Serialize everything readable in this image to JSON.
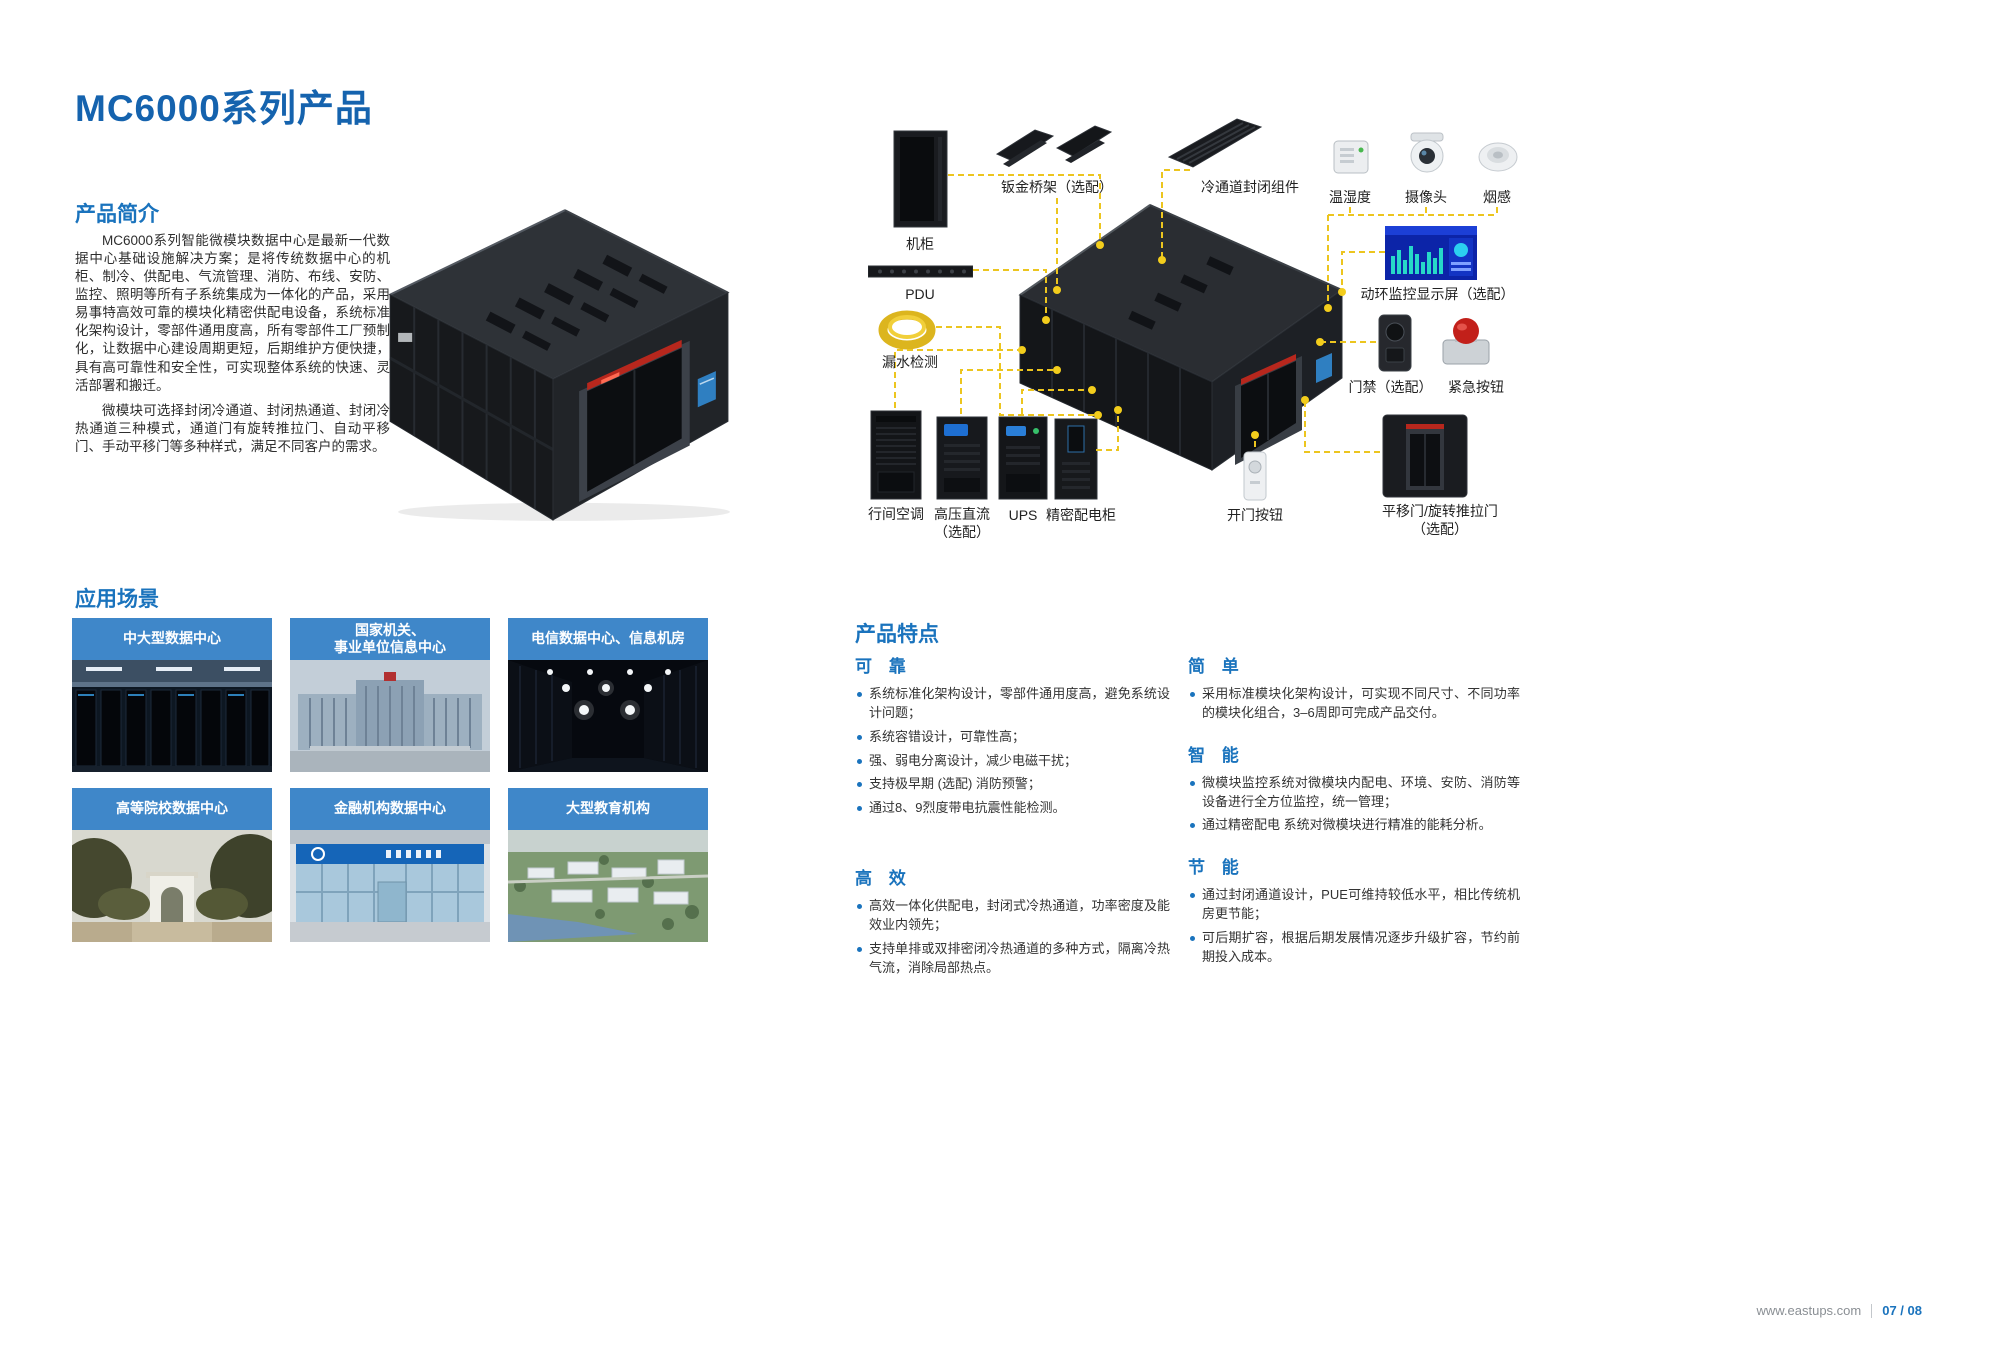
{
  "page": {
    "title": "MC6000系列产品",
    "footer": {
      "website": "www.eastups.com",
      "page_number": "07 / 08"
    }
  },
  "intro": {
    "heading": "产品简介",
    "paragraph1": "MC6000系列智能微模块数据中心是最新一代数据中心基础设施解决方案；是将传统数据中心的机柜、制冷、供配电、气流管理、消防、布线、安防、监控、照明等所有子系统集成为一体化的产品，采用易事特高效可靠的模块化精密供配电设备，系统标准化架构设计，零部件通用度高，所有零部件工厂预制化，让数据中心建设周期更短，后期维护方便快捷，具有高可靠性和安全性，可实现整体系统的快速、灵活部署和搬迁。",
    "paragraph2": "微模块可选择封闭冷通道、封闭热通道、封闭冷热通道三种模式，通道门有旋转推拉门、自动平移门、手动平移门等多种样式，满足不同客户的需求。"
  },
  "scenarios": {
    "heading": "应用场景",
    "cards": [
      {
        "label": "中大型数据中心"
      },
      {
        "label": "国家机关、\n事业单位信息中心"
      },
      {
        "label": "电信数据中心、信息机房"
      },
      {
        "label": "高等院校数据中心"
      },
      {
        "label": "金融机构数据中心"
      },
      {
        "label": "大型教育机构"
      }
    ]
  },
  "diagram": {
    "labels": {
      "cabinet": "机柜",
      "pdu": "PDU",
      "leak": "漏水检测",
      "bridge": "钣金桥架（选配）",
      "cold_aisle": "冷通道封闭组件",
      "temp_humidity": "温湿度",
      "camera": "摄像头",
      "smoke": "烟感",
      "monitor": "动环监控显示屏（选配）",
      "access": "门禁（选配）",
      "emergency": "紧急按钮",
      "inrow_ac": "行间空调",
      "hvdc": "高压直流\n（选配）",
      "ups": "UPS",
      "pdc": "精密配电柜",
      "door_button": "开门按钮",
      "sliding_door": "平移门/旋转推拉门\n（选配）"
    }
  },
  "features": {
    "heading": "产品特点",
    "groups": [
      {
        "title": "可 靠",
        "bullets": [
          "系统标准化架构设计，零部件通用度高，避免系统设计问题；",
          "系统容错设计，可靠性高；",
          "强、弱电分离设计，减少电磁干扰；",
          "支持极早期 (选配) 消防预警；",
          "通过8、9烈度带电抗震性能检测。"
        ]
      },
      {
        "title": "简 单",
        "bullets": [
          "采用标准模块化架构设计，可实现不同尺寸、不同功率的模块化组合，3–6周即可完成产品交付。"
        ]
      },
      {
        "title": "智 能",
        "bullets": [
          "微模块监控系统对微模块内配电、环境、安防、消防等设备进行全方位监控，统一管理；",
          "通过精密配电 系统对微模块进行精准的能耗分析。"
        ]
      },
      {
        "title": "高 效",
        "bullets": [
          "高效一体化供配电，封闭式冷热通道，功率密度及能效业内领先；",
          "支持单排或双排密闭冷热通道的多种方式，隔离冷热气流，消除局部热点。"
        ]
      },
      {
        "title": "节 能",
        "bullets": [
          "通过封闭通道设计，PUE可维持较低水平，相比传统机房更节能；",
          "可后期扩容，根据后期发展情况逐步升级扩容，节约前期投入成本。"
        ]
      }
    ]
  }
}
